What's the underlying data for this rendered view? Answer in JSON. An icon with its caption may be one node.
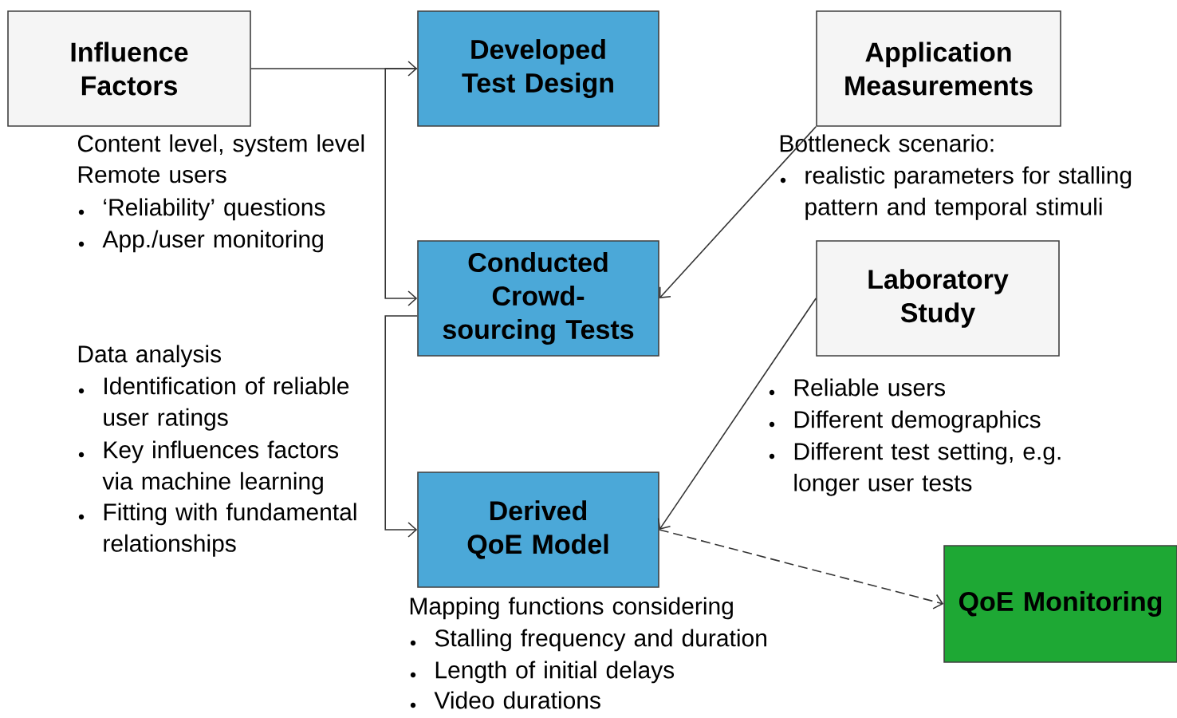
{
  "diagram": {
    "nodes": [
      {
        "text": [
          "Influence Factors"
        ]
      },
      {
        "text": [
          "Developed Test Design"
        ]
      },
      {
        "text": [
          "Application Measurements"
        ]
      },
      {
        "text": [
          "Conducted Crowd-sourcing Tests"
        ]
      },
      {
        "text": [
          "Laboratory Study"
        ]
      },
      {
        "text": [
          "Derived QoE Model"
        ]
      },
      {
        "text": [
          "QoE Monitoring"
        ]
      }
    ],
    "edges": [
      {
        "from": 0,
        "to": 1,
        "arrow": "to"
      },
      {
        "from": 1,
        "to": 3,
        "arrow": "to"
      },
      {
        "from": 2,
        "to": 3,
        "arrow": "to"
      },
      {
        "from": 3,
        "to": 5,
        "arrow": "to"
      },
      {
        "from": 4,
        "to": 5,
        "arrow": "to"
      },
      {
        "from": 5,
        "to": 6,
        "arrow": "to",
        "style": "dashed"
      }
    ],
    "labels": [
      "Content level, system level",
      "Remote users",
      "‘Reliability’ questions",
      "App./user monitoring",
      "Bottleneck scenario:",
      "realistic parameters for stalling pattern and temporal stimuli",
      "Data analysis",
      "Identification of reliable user ratings",
      "Key influences factors via machine learning",
      "Fitting with fundamental relationships",
      "Reliable users",
      "Different demographics",
      "Different test setting, e.g. longer user tests",
      "Mapping functions considering",
      "Stalling frequency and duration",
      "Length of initial delays",
      "Video durations"
    ]
  }
}
